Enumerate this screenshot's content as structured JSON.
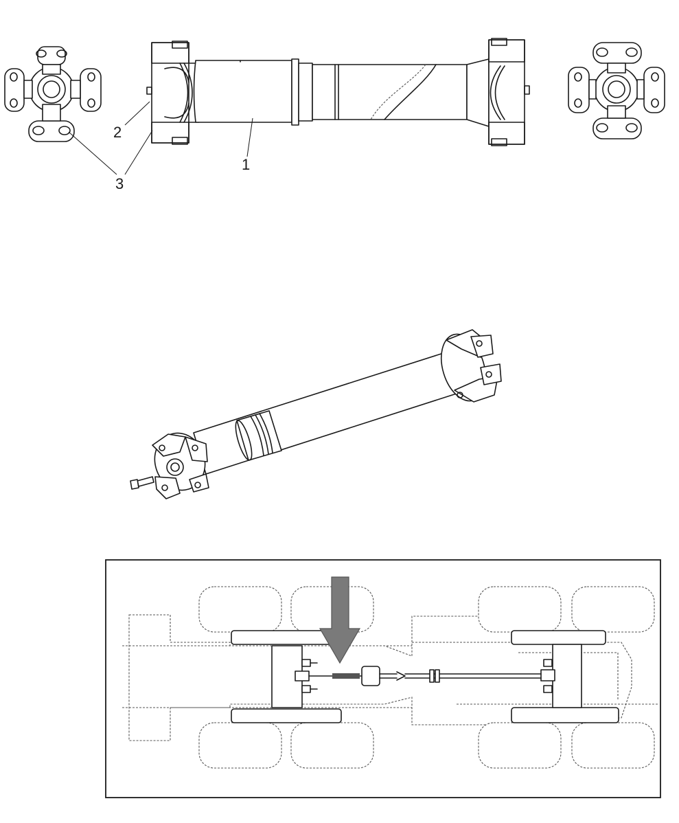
{
  "figure_top": {
    "callouts": [
      {
        "id": "1",
        "text": "1"
      },
      {
        "id": "2",
        "text": "2"
      },
      {
        "id": "3",
        "text": "3"
      }
    ]
  },
  "figure_mid": {},
  "figure_bottom": {
    "arrow_color": "#7a7a7a"
  },
  "colors": {
    "line": "#1a1a1a",
    "hidden_line": "#555555",
    "arrow": "#7a7a7a"
  }
}
